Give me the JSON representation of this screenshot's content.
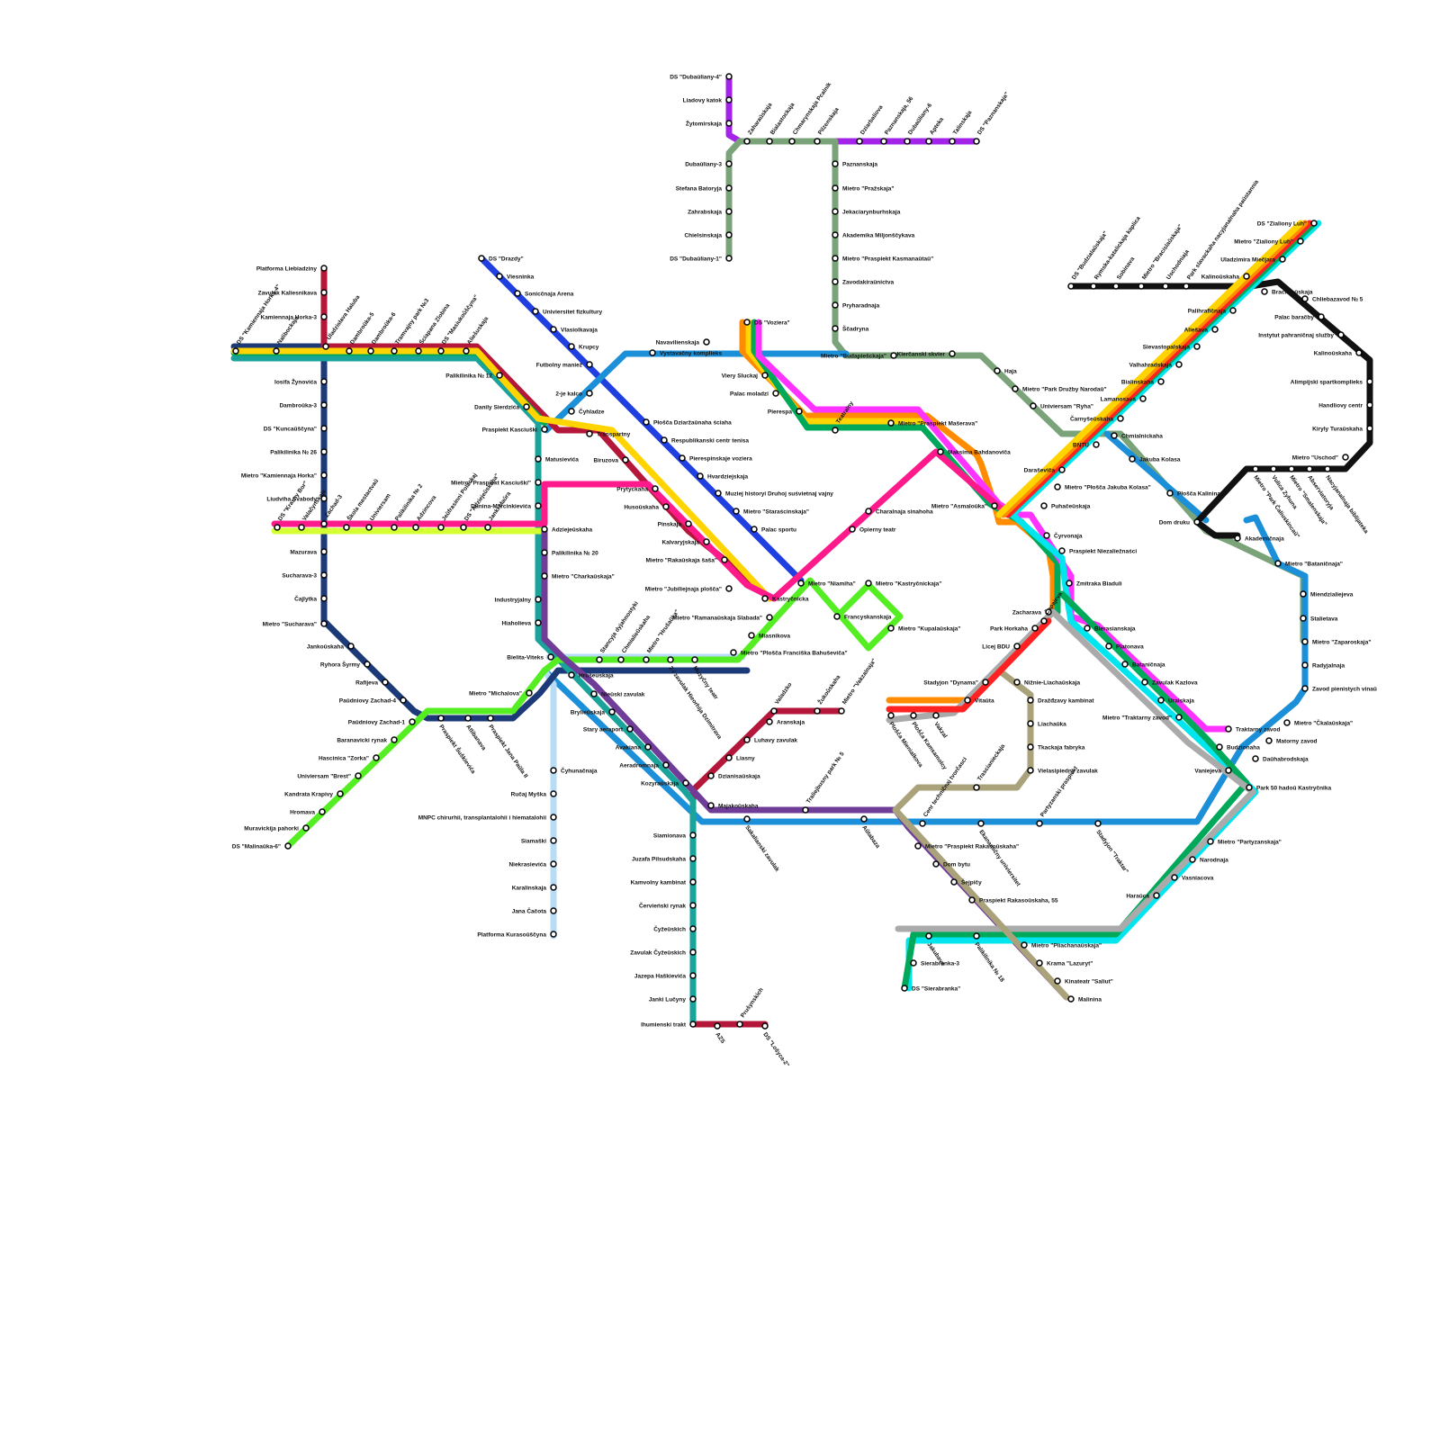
{
  "routes": [
    {
      "id": "blue",
      "color": "#1f3fe0"
    },
    {
      "id": "navy",
      "color": "#1c3a78"
    },
    {
      "id": "crimson",
      "color": "#b5173a"
    },
    {
      "id": "orange",
      "color": "#ff8c00"
    },
    {
      "id": "yellow",
      "color": "#ffd400"
    },
    {
      "id": "lime",
      "color": "#55ee22"
    },
    {
      "id": "green",
      "color": "#00a85a"
    },
    {
      "id": "teal",
      "color": "#1aa39a"
    },
    {
      "id": "cyan",
      "color": "#00e5ee"
    },
    {
      "id": "sky",
      "color": "#1b8fd8"
    },
    {
      "id": "lightblue",
      "color": "#b8dcf5"
    },
    {
      "id": "pink",
      "color": "#ff1a8c"
    },
    {
      "id": "magenta",
      "color": "#ff33ff"
    },
    {
      "id": "purple",
      "color": "#a323e8"
    },
    {
      "id": "sage",
      "color": "#7aa37a"
    },
    {
      "id": "khaki",
      "color": "#aaa27a"
    },
    {
      "id": "gray",
      "color": "#aaaaaa"
    },
    {
      "id": "violet",
      "color": "#6f3c98"
    },
    {
      "id": "black",
      "color": "#111111"
    },
    {
      "id": "red",
      "color": "#ff2222"
    },
    {
      "id": "chartreuse",
      "color": "#d4ff33"
    }
  ],
  "stations": [
    {
      "id": "s001",
      "label": "DS \"Dubaŭliany-4\""
    },
    {
      "id": "s002",
      "label": "Liadovy katok"
    },
    {
      "id": "s003",
      "label": "Žytomirskaja"
    },
    {
      "id": "s004",
      "label": "Zaharaŭskaja"
    },
    {
      "id": "s005",
      "label": "Bialastockaja"
    },
    {
      "id": "s006",
      "label": "Chmarynskaja Pcalnik"
    },
    {
      "id": "s007",
      "label": "Pilzenskaja"
    },
    {
      "id": "s008",
      "label": "Dziarbaliova"
    },
    {
      "id": "s009",
      "label": "Paznanskaja, 56"
    },
    {
      "id": "s010",
      "label": "Dubaŭliany-6"
    },
    {
      "id": "s011",
      "label": "Apteka"
    },
    {
      "id": "s012",
      "label": "Talinskaja"
    },
    {
      "id": "s013",
      "label": "DS \"Paznanskaja\""
    },
    {
      "id": "s014",
      "label": "Dubaŭliany-3"
    },
    {
      "id": "s015",
      "label": "Stefana Batoryja"
    },
    {
      "id": "s016",
      "label": "Zahrabskaja"
    },
    {
      "id": "s017",
      "label": "Chielsinskaja"
    },
    {
      "id": "s018",
      "label": "DS \"Dubaŭliany-1\""
    },
    {
      "id": "s019",
      "label": "Paznanskaja"
    },
    {
      "id": "s020",
      "label": "Mietro \"Pražskaja\""
    },
    {
      "id": "s021",
      "label": "Jekaciarynburhskaja"
    },
    {
      "id": "s022",
      "label": "Akademika Miljonščykava"
    },
    {
      "id": "s023",
      "label": "Mietro \"Praspiekt Kasmanaŭtaŭ\""
    },
    {
      "id": "s024",
      "label": "Zavodakiraŭnictva"
    },
    {
      "id": "s025",
      "label": "Pryharadnaja"
    },
    {
      "id": "s026",
      "label": "Ščadryna"
    },
    {
      "id": "s027",
      "label": "DS \"Drazdy\""
    },
    {
      "id": "s028",
      "label": "Viesninka"
    },
    {
      "id": "s029",
      "label": "Sonicčnaja Arena"
    },
    {
      "id": "s030",
      "label": "Univiersitet fizkultury"
    },
    {
      "id": "s031",
      "label": "Vlasiolkavaja"
    },
    {
      "id": "s032",
      "label": "Krupcy"
    },
    {
      "id": "s033",
      "label": "Futbolny maniež"
    },
    {
      "id": "s034",
      "label": "2-je kalco"
    },
    {
      "id": "s035",
      "label": "Čyhladze"
    },
    {
      "id": "s036",
      "label": "Płošča Dziaržaŭnaha ściaha"
    },
    {
      "id": "s037",
      "label": "Respublikanski centr tenisa"
    },
    {
      "id": "s038",
      "label": "Pierespinskaje voziera"
    },
    {
      "id": "s039",
      "label": "Hvardziejskaja"
    },
    {
      "id": "s040",
      "label": "Muziej historyi Druhoj suśvietnaj vajny"
    },
    {
      "id": "s041",
      "label": "Mietro \"Staraścinskaja\""
    },
    {
      "id": "s042",
      "label": "Palac sportu"
    },
    {
      "id": "s043",
      "label": "Navavilienskaja"
    },
    {
      "id": "s044",
      "label": "Vystavačny komplieks"
    },
    {
      "id": "s045",
      "label": "DS \"Voziera\""
    },
    {
      "id": "s046",
      "label": "Viery Sluckaj"
    },
    {
      "id": "s047",
      "label": "Palac moladzi"
    },
    {
      "id": "s048",
      "label": "Pierespa"
    },
    {
      "id": "s049",
      "label": "Teatralny"
    },
    {
      "id": "s050",
      "label": "Mietro \"Praspiekt Mašerava\""
    },
    {
      "id": "s051",
      "label": "Kierčanski skvier"
    },
    {
      "id": "s052",
      "label": "Mietro \"Budapiešckaja\""
    },
    {
      "id": "s053",
      "label": "Haja"
    },
    {
      "id": "s054",
      "label": "Mietro \"Park Družby Narodaŭ\""
    },
    {
      "id": "s055",
      "label": "Univiersam \"Ryha\""
    },
    {
      "id": "s056",
      "label": "Platforma Liebiadziny"
    },
    {
      "id": "s057",
      "label": "Zavulak Kaliesnikava"
    },
    {
      "id": "s058",
      "label": "Kamiennaja Horka-3"
    },
    {
      "id": "s059",
      "label": "DS \"Kamiennaja Horka-4\""
    },
    {
      "id": "s060",
      "label": "Nalibockaja"
    },
    {
      "id": "s061",
      "label": "Uladzisłava Haluba"
    },
    {
      "id": "s062",
      "label": "Dambroŭka-5"
    },
    {
      "id": "s063",
      "label": "Dambroŭka-6"
    },
    {
      "id": "s064",
      "label": "Tramvajny park №3"
    },
    {
      "id": "s065",
      "label": "Ściapana Zlobina"
    },
    {
      "id": "s066",
      "label": "DS \"Masiukoŭščyna\""
    },
    {
      "id": "s067",
      "label": "Aliešuskaja"
    },
    {
      "id": "s068",
      "label": "Palikilinika № 12"
    },
    {
      "id": "s069",
      "label": "Iosifa Žynovića"
    },
    {
      "id": "s070",
      "label": "Dambroŭka-3"
    },
    {
      "id": "s071",
      "label": "DS \"Kuncaŭščyna\""
    },
    {
      "id": "s072",
      "label": "Palikilinika № 26"
    },
    {
      "id": "s073",
      "label": "Mietro \"Kamiennaja Horka\""
    },
    {
      "id": "s074",
      "label": "Liudviha Svabody"
    },
    {
      "id": "s075",
      "label": "Zachad-3"
    },
    {
      "id": "s076",
      "label": "DS \"Krasny Bor\""
    },
    {
      "id": "s077",
      "label": "Valačynskaja"
    },
    {
      "id": "s078",
      "label": "Škola mastactvaŭ"
    },
    {
      "id": "s079",
      "label": "Univiersam"
    },
    {
      "id": "s080",
      "label": "Palikilinika № 2"
    },
    {
      "id": "s081",
      "label": "Adzincova"
    },
    {
      "id": "s082",
      "label": "Jeŭfrasinni Polackaj"
    },
    {
      "id": "s083",
      "label": "DS \"Adziejeŭskaha\""
    },
    {
      "id": "s084",
      "label": "Janki Maŭra"
    },
    {
      "id": "s085",
      "label": "Mazurava"
    },
    {
      "id": "s086",
      "label": "Sucharava-3"
    },
    {
      "id": "s087",
      "label": "Čajlytka"
    },
    {
      "id": "s088",
      "label": "Mietro \"Sucharava\""
    },
    {
      "id": "s089",
      "label": "Jankoŭskaha"
    },
    {
      "id": "s090",
      "label": "Ryhora Šyrmy"
    },
    {
      "id": "s091",
      "label": "Rafijeva"
    },
    {
      "id": "s092",
      "label": "Paŭdniovy Zachad-4"
    },
    {
      "id": "s093",
      "label": "Paŭdniovy Zachad-1"
    },
    {
      "id": "s094",
      "label": "Baranavicki rynak"
    },
    {
      "id": "s095",
      "label": "Hascinica \"Zorka\""
    },
    {
      "id": "s096",
      "label": "Univiersam \"Brest\""
    },
    {
      "id": "s097",
      "label": "Kandrata Krapivy"
    },
    {
      "id": "s098",
      "label": "Hromava"
    },
    {
      "id": "s099",
      "label": "Muravickija pahorki"
    },
    {
      "id": "s100",
      "label": "DS \"Malinaŭka-6\""
    },
    {
      "id": "s101",
      "label": "Danily Sierdzića"
    },
    {
      "id": "s102",
      "label": "Praspiekt Kasciuški"
    },
    {
      "id": "s103",
      "label": "Matusievića"
    },
    {
      "id": "s104",
      "label": "Mietro \"Praspiekt Kasciuški\""
    },
    {
      "id": "s105",
      "label": "Dunina-Marcinkievića"
    },
    {
      "id": "s106",
      "label": "Adziejeŭskaha"
    },
    {
      "id": "s107",
      "label": "Palikilinika № 20"
    },
    {
      "id": "s108",
      "label": "Mietro \"Charkaŭskaja\""
    },
    {
      "id": "s109",
      "label": "Industryjalny"
    },
    {
      "id": "s110",
      "label": "Hiaholieva"
    },
    {
      "id": "s111",
      "label": "Bielita-Viteks"
    },
    {
      "id": "s112",
      "label": "Mietro \"Michalova\""
    },
    {
      "id": "s113",
      "label": "Praspiekt Šuškievića"
    },
    {
      "id": "s114",
      "label": "Atlibanava"
    },
    {
      "id": "s115",
      "label": "Praspiekt Jana Paŭla II"
    },
    {
      "id": "s116",
      "label": "Transpartny"
    },
    {
      "id": "s117",
      "label": "Biruzova"
    },
    {
      "id": "s118",
      "label": "Prytyckaha"
    },
    {
      "id": "s119",
      "label": "Husoŭskaha"
    },
    {
      "id": "s120",
      "label": "Pinskaja"
    },
    {
      "id": "s121",
      "label": "Kalvaryjskaja"
    },
    {
      "id": "s122",
      "label": "Mietro \"Rakaŭskaja šaša\""
    },
    {
      "id": "s123",
      "label": "Mietro \"Jubiliejnaja plošča\""
    },
    {
      "id": "s124",
      "label": "Kastryčnicka"
    },
    {
      "id": "s125",
      "label": "Mietro \"Ramanaŭskaja Slabada\""
    },
    {
      "id": "s126",
      "label": "Miasnikova"
    },
    {
      "id": "s127",
      "label": "Mietro \"Plošča Franciška Bahuševiča\""
    },
    {
      "id": "s128",
      "label": "Stancyja dyjahnostyki"
    },
    {
      "id": "s129",
      "label": "Chmialieŭskaha"
    },
    {
      "id": "s130",
      "label": "Mietro \"Hrušaŭka\""
    },
    {
      "id": "s131",
      "label": "2-i zavulak Hieorhija Dzimitrava"
    },
    {
      "id": "s132",
      "label": "Muzyčny teatr"
    },
    {
      "id": "s133",
      "label": "Hrušeŭskaja"
    },
    {
      "id": "s134",
      "label": "Nieŭski zavulak"
    },
    {
      "id": "s135",
      "label": "Brylieŭskaja"
    },
    {
      "id": "s136",
      "label": "Stary aeraport"
    },
    {
      "id": "s137",
      "label": "Avakiana"
    },
    {
      "id": "s138",
      "label": "Aeradromnaja"
    },
    {
      "id": "s139",
      "label": "Kozyraŭskaja"
    },
    {
      "id": "s140",
      "label": "Čyhunačnaja"
    },
    {
      "id": "s141",
      "label": "Ručaj Myška"
    },
    {
      "id": "s142",
      "label": "MNPC chirurhii, transplantalohii i hiematalohii"
    },
    {
      "id": "s143",
      "label": "Siamaški"
    },
    {
      "id": "s144",
      "label": "Niekrasievića"
    },
    {
      "id": "s145",
      "label": "Karalinskaja"
    },
    {
      "id": "s146",
      "label": "Jana Čačota"
    },
    {
      "id": "s147",
      "label": "Platforma Kurasoŭščyna"
    },
    {
      "id": "s148",
      "label": "Siamionava"
    },
    {
      "id": "s149",
      "label": "Juzafa Pilsudskaha"
    },
    {
      "id": "s150",
      "label": "Kamvolny kambinat"
    },
    {
      "id": "s151",
      "label": "Červieński rynak"
    },
    {
      "id": "s152",
      "label": "Čyžeŭskich"
    },
    {
      "id": "s153",
      "label": "Zavulak Čyžeŭskich"
    },
    {
      "id": "s154",
      "label": "Jazepa Haškievića"
    },
    {
      "id": "s155",
      "label": "Janki Lučyny"
    },
    {
      "id": "s156",
      "label": "Ihumienski trakt"
    },
    {
      "id": "s157",
      "label": "AZS"
    },
    {
      "id": "s158",
      "label": "Prušynskich"
    },
    {
      "id": "s159",
      "label": "DS \"Lošyca-2\""
    },
    {
      "id": "s160",
      "label": "Majakoŭskaha"
    },
    {
      "id": "s161",
      "label": "Traliejbusny park № 5"
    },
    {
      "id": "s162",
      "label": "Sakalianski zavulak"
    },
    {
      "id": "s163",
      "label": "Aŭtabaza"
    },
    {
      "id": "s164",
      "label": "Dzianisaŭskaja"
    },
    {
      "id": "s165",
      "label": "Liasny"
    },
    {
      "id": "s166",
      "label": "Luhavy zavulak"
    },
    {
      "id": "s167",
      "label": "Aranskaja"
    },
    {
      "id": "s168",
      "label": "Valadzko"
    },
    {
      "id": "s169",
      "label": "Žukoŭskaha"
    },
    {
      "id": "s170",
      "label": "Mietro \"Vakzalnaja\""
    },
    {
      "id": "s171",
      "label": "Charalnaja sinahoha"
    },
    {
      "id": "s172",
      "label": "Opierny teatr"
    },
    {
      "id": "s173",
      "label": "Mietro \"Niamiha\""
    },
    {
      "id": "s174",
      "label": "Mietro \"Kastryčnickaja\""
    },
    {
      "id": "s175",
      "label": "Francyskanskaja"
    },
    {
      "id": "s176",
      "label": "Mietro \"Kupalaŭskaja\""
    },
    {
      "id": "s177",
      "label": "Maksima Bahdanoviča"
    },
    {
      "id": "s178",
      "label": "Mietro \"Asmaloŭka\""
    },
    {
      "id": "s179",
      "label": "Daraševiča"
    },
    {
      "id": "s180",
      "label": "BNTU"
    },
    {
      "id": "s181",
      "label": "Čarnyšeŭskaha"
    },
    {
      "id": "s182",
      "label": "Lamanosava"
    },
    {
      "id": "s183",
      "label": "Chmialnickaha"
    },
    {
      "id": "s184",
      "label": "Jakuba Kolasa"
    },
    {
      "id": "s185",
      "label": "Mietro \"Płošča Jakuba Kolasa\""
    },
    {
      "id": "s186",
      "label": "Puhačeŭskaja"
    },
    {
      "id": "s187",
      "label": "Čyrvonaja"
    },
    {
      "id": "s188",
      "label": "Praspiekt Niezaliežnaści"
    },
    {
      "id": "s189",
      "label": "Zmitraka Biaduli"
    },
    {
      "id": "s190",
      "label": "Zacharava"
    },
    {
      "id": "s191",
      "label": "Park Horkaha"
    },
    {
      "id": "s192",
      "label": "Čapajeva"
    },
    {
      "id": "s193",
      "label": "Licej BDU"
    },
    {
      "id": "s194",
      "label": "Bierasianskaja"
    },
    {
      "id": "s195",
      "label": "Platonava"
    },
    {
      "id": "s196",
      "label": "Bataničnaja"
    },
    {
      "id": "s197",
      "label": "Zavulak Kazlova"
    },
    {
      "id": "s198",
      "label": "Uralskaja"
    },
    {
      "id": "s199",
      "label": "Mietro \"Traktarny zavod\""
    },
    {
      "id": "s200",
      "label": "Traktarny zavod"
    },
    {
      "id": "s201",
      "label": "Budzionaha"
    },
    {
      "id": "s202",
      "label": "Vaniejeva"
    },
    {
      "id": "s203",
      "label": "Stadyjon \"Dynama\""
    },
    {
      "id": "s204",
      "label": "Vitaŭta"
    },
    {
      "id": "s205",
      "label": "Nižnie-Liachaŭskaja"
    },
    {
      "id": "s206",
      "label": "Dražđzavy kambinat"
    },
    {
      "id": "s207",
      "label": "Liachaŭka"
    },
    {
      "id": "s208",
      "label": "Tkackaja fabryka"
    },
    {
      "id": "s209",
      "label": "Vielasipiedny zavulak"
    },
    {
      "id": "s210",
      "label": "Trascianieckaja"
    },
    {
      "id": "s211",
      "label": "Plošča Mienialkova"
    },
    {
      "id": "s212",
      "label": "Plošča Kamsamolcy"
    },
    {
      "id": "s213",
      "label": "Vakzal"
    },
    {
      "id": "s214",
      "label": "Cenr techničnaj tvorčasci"
    },
    {
      "id": "s215",
      "label": "Ekanamičny univiersitet"
    },
    {
      "id": "s216",
      "label": "Partyzanski praspiekt"
    },
    {
      "id": "s217",
      "label": "Stadyjon \"Traktar\""
    },
    {
      "id": "s218",
      "label": "Mietro \"Praspiekt Rakasoŭskaha\""
    },
    {
      "id": "s219",
      "label": "Dom bytu"
    },
    {
      "id": "s220",
      "label": "Šejpičy"
    },
    {
      "id": "s221",
      "label": "Praspiekt Rakasoŭskaha, 55"
    },
    {
      "id": "s222",
      "label": "Jakubava"
    },
    {
      "id": "s223",
      "label": "Palikilinika № 18"
    },
    {
      "id": "s224",
      "label": "Mietro \"Pliachanaŭskaja\""
    },
    {
      "id": "s225",
      "label": "Krama \"Lazuryt\""
    },
    {
      "id": "s226",
      "label": "Kinateatr \"Saliut\""
    },
    {
      "id": "s227",
      "label": "Malinina"
    },
    {
      "id": "s228",
      "label": "Sierabranka-3"
    },
    {
      "id": "s229",
      "label": "DS \"Sierabranka\""
    },
    {
      "id": "s230",
      "label": "Mietro \"Partyzanskaja\""
    },
    {
      "id": "s231",
      "label": "Narodnaja"
    },
    {
      "id": "s232",
      "label": "Vasniacova"
    },
    {
      "id": "s233",
      "label": "Haraŭca"
    },
    {
      "id": "s234",
      "label": "Park 50 hadoŭ Kastryčnika"
    },
    {
      "id": "s235",
      "label": "Daŭhabrodskaja"
    },
    {
      "id": "s236",
      "label": "Matorny zavod"
    },
    {
      "id": "s237",
      "label": "Mietro \"Čkalaŭskaja\""
    },
    {
      "id": "s238",
      "label": "Zavod pienistych vinaŭ"
    },
    {
      "id": "s239",
      "label": "Radyjalnaja"
    },
    {
      "id": "s240",
      "label": "Mietro \"Zaparoskaja\""
    },
    {
      "id": "s241",
      "label": "Stalietava"
    },
    {
      "id": "s242",
      "label": "Miendzialiejeva"
    },
    {
      "id": "s243",
      "label": "Mietro \"Bataničnaja\""
    },
    {
      "id": "s244",
      "label": "Akademičnaja"
    },
    {
      "id": "s245",
      "label": "Dom druku"
    },
    {
      "id": "s246",
      "label": "Płošča Kalinina"
    },
    {
      "id": "s247",
      "label": "DS \"Zialiony Luh\""
    },
    {
      "id": "s248",
      "label": "Mietro \"Zialiony Luh\""
    },
    {
      "id": "s249",
      "label": "Uladzimira Miečjara"
    },
    {
      "id": "s250",
      "label": "Kalinoŭskaha"
    },
    {
      "id": "s251",
      "label": "Bracislaŭskaja"
    },
    {
      "id": "s252",
      "label": "Palihrafičnaja"
    },
    {
      "id": "s253",
      "label": "Aliešava"
    },
    {
      "id": "s254",
      "label": "Sievastopalskaja"
    },
    {
      "id": "s255",
      "label": "Valhahradskaja"
    },
    {
      "id": "s256",
      "label": "Bialinskaha"
    },
    {
      "id": "s257",
      "label": "Park slavackaha nacyjanalnaha paŭstannia"
    },
    {
      "id": "s258",
      "label": "Rymska-katalickaja kaplica"
    },
    {
      "id": "s259",
      "label": "DS \"Budzialaŭskaja\""
    },
    {
      "id": "s260",
      "label": "Sobinava"
    },
    {
      "id": "s261",
      "label": "Mietro \"Bracislaŭskaja\""
    },
    {
      "id": "s262",
      "label": "Uschodniaja"
    },
    {
      "id": "s263",
      "label": "Chliebazavod № 5"
    },
    {
      "id": "s264",
      "label": "Palac baračby"
    },
    {
      "id": "s265",
      "label": "Instytut pahraničnaj službу"
    },
    {
      "id": "s266",
      "label": "Kalinoŭskaha"
    },
    {
      "id": "s267",
      "label": "Alimpijski spartkomplieks"
    },
    {
      "id": "s268",
      "label": "Handliovy centr"
    },
    {
      "id": "s269",
      "label": "Kiryly Turaŭskaha"
    },
    {
      "id": "s270",
      "label": "Mietro \"Uschod\""
    },
    {
      "id": "s271",
      "label": "Nacyjanalnaja biblijateka"
    },
    {
      "id": "s272",
      "label": "Abserviatoryja"
    },
    {
      "id": "s273",
      "label": "Mietro \"Smalenskaja\""
    },
    {
      "id": "s274",
      "label": "Vulica Zyhuna"
    },
    {
      "id": "s275",
      "label": "Mietro \"Park Čaliuskincaŭ\""
    }
  ]
}
